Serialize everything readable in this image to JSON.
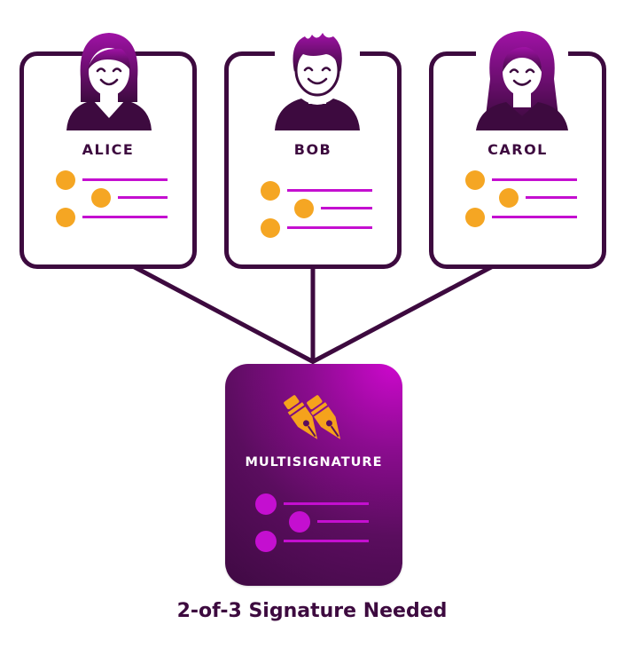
{
  "signers": [
    {
      "name": "ALICE",
      "avatar": "woman-avatar-icon"
    },
    {
      "name": "BOB",
      "avatar": "man-avatar-icon"
    },
    {
      "name": "CAROL",
      "avatar": "woman-long-hair-avatar-icon"
    }
  ],
  "multisig": {
    "title": "MULTISIGNATURE",
    "icon": "fountain-pens-icon"
  },
  "caption": "2-of-3 Signature Needed",
  "colors": {
    "dark_purple": "#3d0a3f",
    "accent_magenta": "#c40fd0",
    "orange_bullet": "#f5a623",
    "pen_orange": "#f5a21c"
  }
}
